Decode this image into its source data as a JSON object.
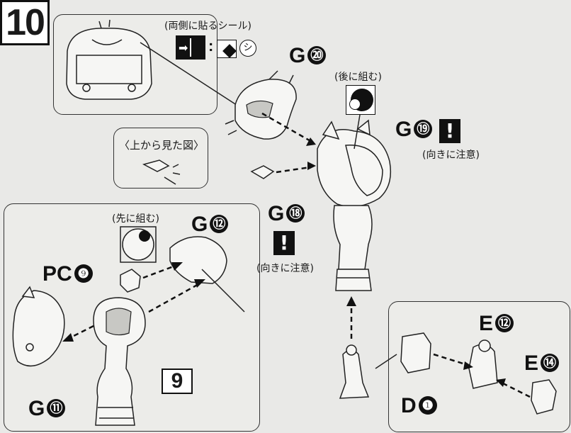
{
  "step": {
    "number": "10"
  },
  "notes": {
    "both_sides_seal": "(両側に貼るシール)",
    "seal_mark": "シ",
    "assemble_later": "(後に組む)",
    "assemble_first": "(先に組む)",
    "view_from_above": "〈上から見た図〉",
    "orientation_note_1": "(向きに注意)",
    "orientation_note_2": "(向きに注意)"
  },
  "parts": {
    "g20": {
      "letter": "G",
      "num": "⑳"
    },
    "g19": {
      "letter": "G",
      "num": "⑲"
    },
    "g18": {
      "letter": "G",
      "num": "⑱"
    },
    "g12": {
      "letter": "G",
      "num": "⑫"
    },
    "g11": {
      "letter": "G",
      "num": "⑪"
    },
    "pc9": {
      "letter": "PC",
      "num": "❾"
    },
    "e12": {
      "letter": "E",
      "num": "⑫"
    },
    "e14": {
      "letter": "E",
      "num": "⑭"
    },
    "d1": {
      "letter": "D",
      "num": "❶"
    }
  },
  "reference": {
    "step": "9"
  },
  "warning": {
    "mark": "!"
  },
  "colors": {
    "ink": "#111111",
    "paper": "#e9e9e7"
  }
}
